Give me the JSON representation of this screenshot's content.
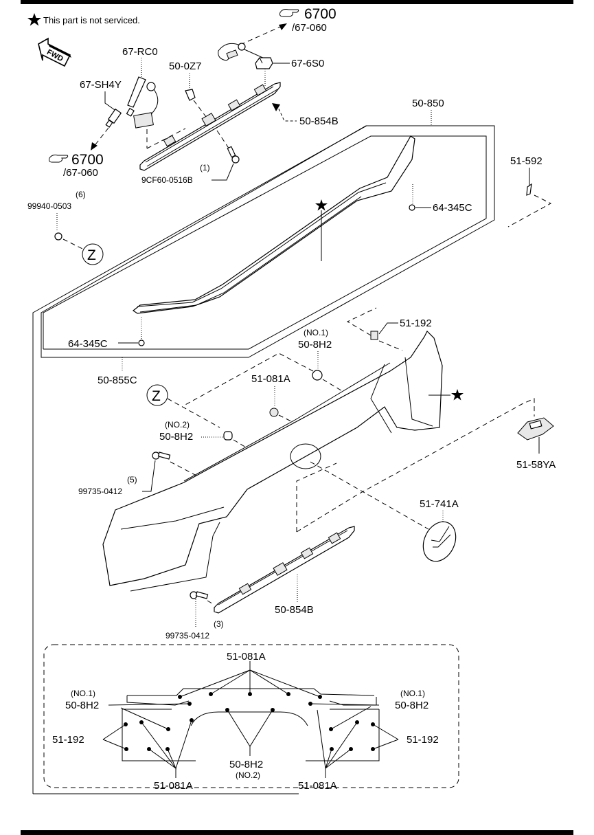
{
  "legend": {
    "star_note": "This part is not serviced.",
    "fwd_label": "FWD"
  },
  "refs": {
    "top_ref_num": "6700",
    "top_ref_sub": "/67-060",
    "left_ref_num": "6700",
    "left_ref_sub": "/67-060"
  },
  "callouts": {
    "p67rc0": "67-RC0",
    "p50oz7": "50-0Z7",
    "p676s0": "67-6S0",
    "p67sh4y": "67-SH4Y",
    "p50854b_top": "50-854B",
    "p9cf60_qty": "(1)",
    "p9cf60": "9CF60-0516B",
    "p50850": "50-850",
    "p51592": "51-592",
    "p99940_qty": "(6)",
    "p99940": "99940-0503",
    "p64345c_right": "64-345C",
    "p64345c_left": "64-345C",
    "p50855c": "50-855C",
    "p51192": "51-192",
    "p508h2_no1_qty": "(NO.1)",
    "p508h2_no1": "50-8H2",
    "p51081a": "51-081A",
    "p508h2_no2_qty": "(NO.2)",
    "p508h2_no2": "50-8H2",
    "p99735_top_qty": "(5)",
    "p99735_top": "99735-0412",
    "p5158ya": "51-58YA",
    "p51741a": "51-741A",
    "p50854b_bottom": "50-854B",
    "p99735_bottom_qty": "(3)",
    "p99735_bottom": "99735-0412",
    "z_marker_1": "Z",
    "z_marker_2": "Z"
  },
  "detail_view": {
    "top_label": "51-081A",
    "left_no1_qty": "(NO.1)",
    "left_no1": "50-8H2",
    "right_no1_qty": "(NO.1)",
    "right_no1": "50-8H2",
    "left_192": "51-192",
    "right_192": "51-192",
    "center_no2": "50-8H2",
    "center_no2_qty": "(NO.2)",
    "bottom_left": "51-081A",
    "bottom_right": "51-081A"
  }
}
